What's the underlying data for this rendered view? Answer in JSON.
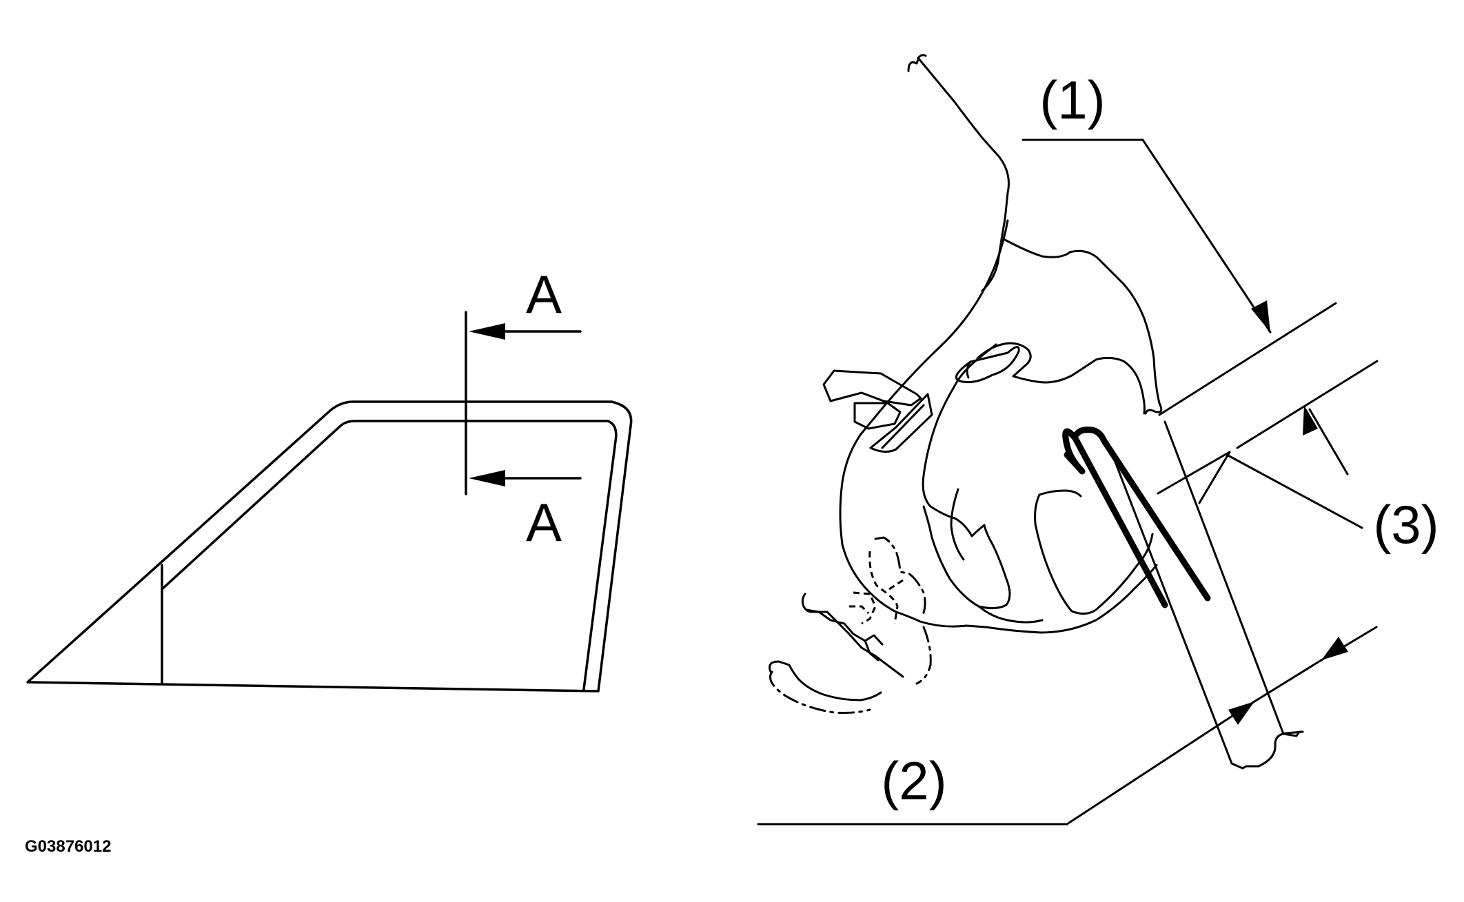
{
  "figure": {
    "section_label_top": "A",
    "section_label_bottom": "A",
    "callout_1": "(1)",
    "callout_2": "(2)",
    "callout_3": "(3)",
    "figure_id": "G03876012"
  },
  "colors": {
    "line": "#000000",
    "background": "#ffffff"
  }
}
